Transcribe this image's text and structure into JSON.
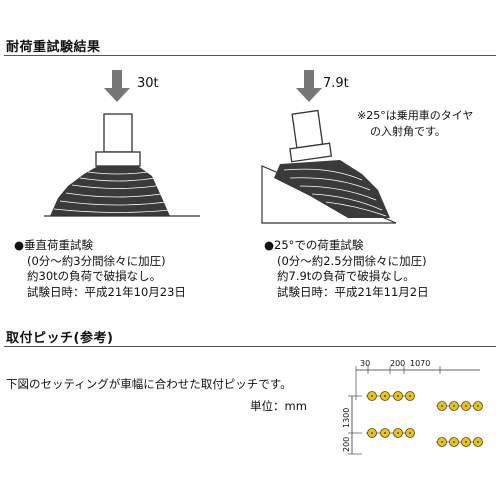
{
  "section1": {
    "title": "耐荷重試験結果",
    "left": {
      "load": "30t",
      "lines": [
        "●垂直荷重試験",
        "(0分～約3分間徐々に加圧)",
        "約30tの負荷で破損なし。",
        "試験日時：平成21年10月23日"
      ]
    },
    "right": {
      "load": "7.9t",
      "note_lines": [
        "※25°は乗用車のタイヤ",
        "の入射角です。"
      ],
      "lines": [
        "●25°での荷重試験",
        "(0分～約2.5分間徐々に加圧)",
        "約7.9tの負荷で破損なし。",
        "試験日時：平成21年11月2日"
      ]
    }
  },
  "section2": {
    "title": "取付ピッチ(参考)",
    "description": "下図のセッティングが車幅に合わせた取付ピッチです。",
    "unit": "単位：mm",
    "dimensions": {
      "d30": "30",
      "d200": "200",
      "d1070": "1070",
      "d1300": "1300",
      "d200v": "200"
    }
  },
  "colors": {
    "stud_fill": "#f2c400",
    "stud_stroke": "#444444",
    "arrow": "#777777"
  }
}
